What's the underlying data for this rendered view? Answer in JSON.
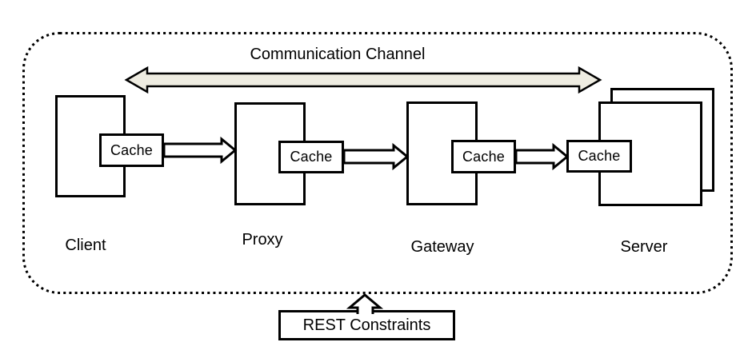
{
  "diagram": {
    "channel_title": "Communication Channel",
    "constraints_label": "REST Constraints",
    "nodes": [
      {
        "label": "Client",
        "cache": "Cache"
      },
      {
        "label": "Proxy",
        "cache": "Cache"
      },
      {
        "label": "Gateway",
        "cache": "Cache"
      },
      {
        "label": "Server",
        "cache": "Cache"
      }
    ],
    "colors": {
      "channel_arrow_fill": "#EEECE1",
      "stroke": "#000000",
      "background": "#FFFFFF"
    }
  }
}
